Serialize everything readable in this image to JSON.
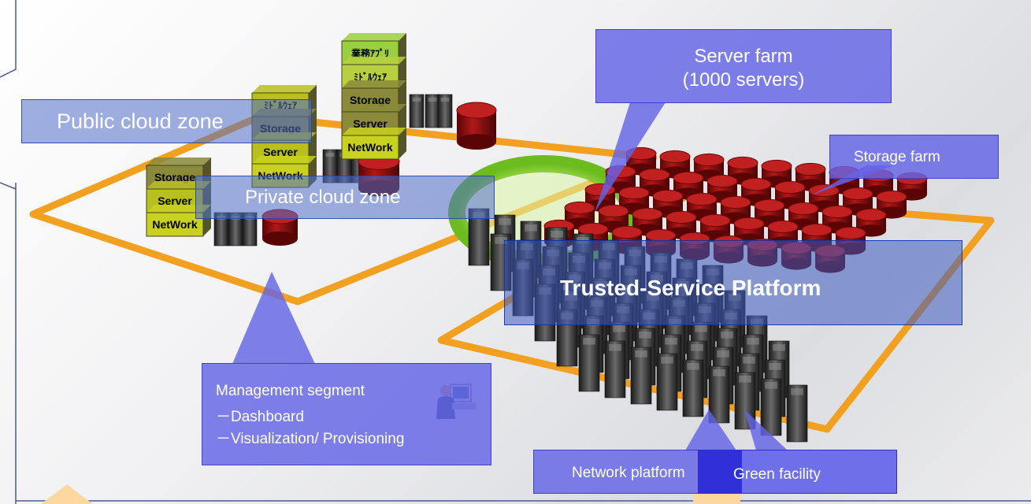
{
  "zones": {
    "public": "Public cloud zone",
    "private": "Private cloud zone"
  },
  "platform_label": "Trusted-Service Platform",
  "callouts": {
    "server_farm": [
      "Server farm",
      "(1000 servers)"
    ],
    "storage_farm": "Storage farm",
    "management": {
      "title": "Management segment",
      "items": [
        "－Dashboard",
        "－Visualization/ Provisioning"
      ]
    },
    "network_platform": "Network platform",
    "green_facility": "Green facility"
  },
  "stacks": {
    "left": [
      "Storage",
      "Server",
      "NetWork"
    ],
    "middle": [
      "ﾐﾄﾞﾙｳｪｱ",
      "Storage",
      "Server",
      "NetWork"
    ],
    "right": [
      "業務ｱﾌﾟﾘ",
      "ﾐﾄﾞﾙｳｪｱ",
      "Storage",
      "Server",
      "NetWork"
    ]
  },
  "colors": {
    "callout": "#6464e6",
    "zone": "#506ec8",
    "ring": "#f5a020",
    "storage": "#8b0a0a",
    "block_olive": "#8a8a3a",
    "block_yellow": "#c8d020",
    "block_green": "#9ad040",
    "gateway": "#9fe040"
  }
}
